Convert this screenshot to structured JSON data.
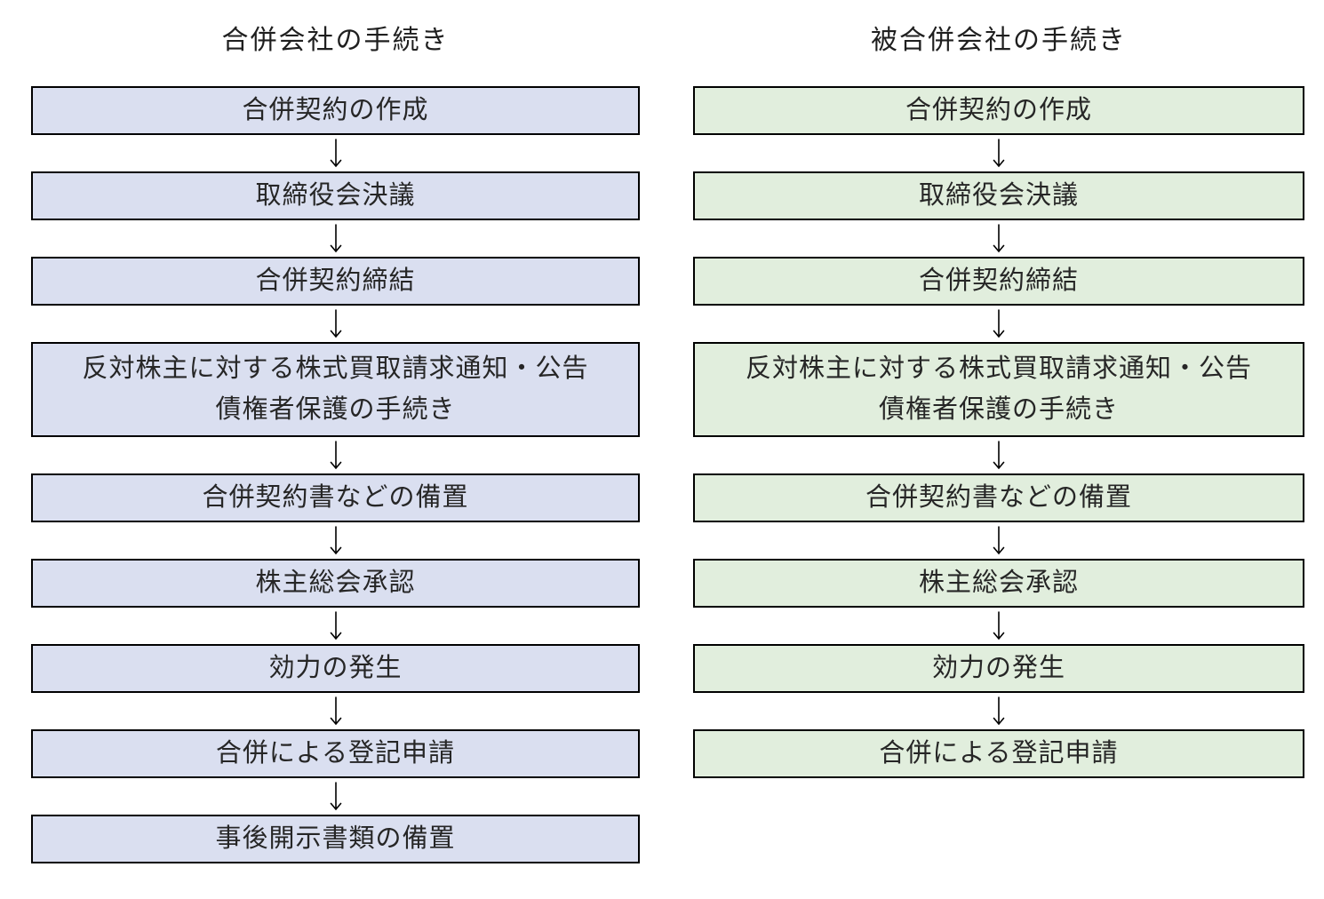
{
  "diagram": {
    "colors": {
      "background": "#ffffff",
      "border": "#000000",
      "text": "#262626",
      "left_box_fill": "#dadff0",
      "right_box_fill": "#e1eedd"
    },
    "columns": [
      {
        "id": "merging-company",
        "title": "合併会社の手続き",
        "box_fill": "#dadff0",
        "steps": [
          {
            "lines": [
              "合併契約の作成"
            ]
          },
          {
            "lines": [
              "取締役会決議"
            ]
          },
          {
            "lines": [
              "合併契約締結"
            ]
          },
          {
            "lines": [
              "反対株主に対する株式買取請求通知・公告",
              "債権者保護の手続き"
            ]
          },
          {
            "lines": [
              "合併契約書などの備置"
            ]
          },
          {
            "lines": [
              "株主総会承認"
            ]
          },
          {
            "lines": [
              "効力の発生"
            ]
          },
          {
            "lines": [
              "合併による登記申請"
            ]
          },
          {
            "lines": [
              "事後開示書類の備置"
            ]
          }
        ]
      },
      {
        "id": "merged-company",
        "title": "被合併会社の手続き",
        "box_fill": "#e1eedd",
        "steps": [
          {
            "lines": [
              "合併契約の作成"
            ]
          },
          {
            "lines": [
              "取締役会決議"
            ]
          },
          {
            "lines": [
              "合併契約締結"
            ]
          },
          {
            "lines": [
              "反対株主に対する株式買取請求通知・公告",
              "債権者保護の手続き"
            ]
          },
          {
            "lines": [
              "合併契約書などの備置"
            ]
          },
          {
            "lines": [
              "株主総会承認"
            ]
          },
          {
            "lines": [
              "効力の発生"
            ]
          },
          {
            "lines": [
              "合併による登記申請"
            ]
          }
        ]
      }
    ]
  }
}
